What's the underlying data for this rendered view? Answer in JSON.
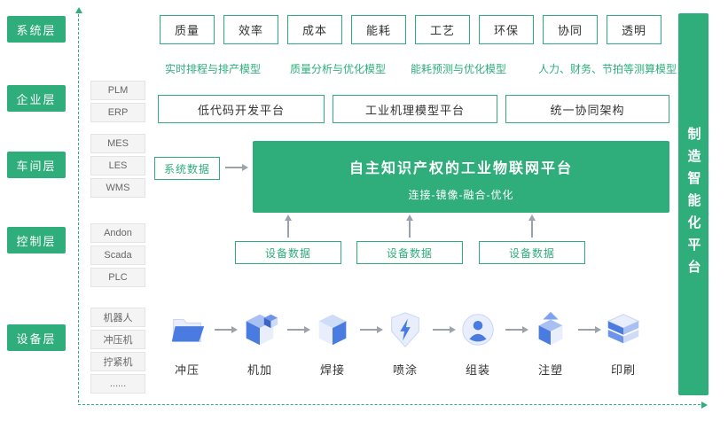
{
  "colors": {
    "accent_green": "#2fae7c",
    "arrow_gray": "#9aa3ab",
    "icon_blue": "#4a7be0",
    "icon_light_blue": "#a9c0f2",
    "icon_pale": "#e8eefb"
  },
  "layers": [
    {
      "label": "系统层"
    },
    {
      "label": "企业层"
    },
    {
      "label": "车间层"
    },
    {
      "label": "控制层"
    },
    {
      "label": "设备层"
    }
  ],
  "right_bar": {
    "title": "制造智能化平台"
  },
  "system_row": {
    "items": [
      "质量",
      "效率",
      "成本",
      "能耗",
      "工艺",
      "环保",
      "协同",
      "透明"
    ]
  },
  "model_labels": [
    "实时排程与排产模型",
    "质量分析与优化模型",
    "能耗预测与优化模型",
    "人力、财务、节拍等测算模型"
  ],
  "enterprise": {
    "side_items": [
      "PLM",
      "ERP"
    ],
    "platforms": [
      "低代码开发平台",
      "工业机理模型平台",
      "统一协同架构"
    ]
  },
  "workshop": {
    "side_items": [
      "MES",
      "LES",
      "WMS"
    ],
    "system_data_label": "系统数据",
    "iot_platform": {
      "title": "自主知识产权的工业物联网平台",
      "subtitle": "连接-镜像-融合-优化"
    }
  },
  "control": {
    "side_items": [
      "Andon",
      "Scada",
      "PLC"
    ],
    "device_data_labels": [
      "设备数据",
      "设备数据",
      "设备数据"
    ]
  },
  "equipment": {
    "side_items": [
      "机器人",
      "冲压机",
      "拧紧机",
      "......"
    ],
    "processes": [
      {
        "label": "冲压",
        "icon": "stamping-icon"
      },
      {
        "label": "机加",
        "icon": "machining-icon"
      },
      {
        "label": "焊接",
        "icon": "welding-icon"
      },
      {
        "label": "喷涂",
        "icon": "spraying-icon"
      },
      {
        "label": "组装",
        "icon": "assembly-icon"
      },
      {
        "label": "注塑",
        "icon": "injection-icon"
      },
      {
        "label": "印刷",
        "icon": "printing-icon"
      }
    ]
  }
}
